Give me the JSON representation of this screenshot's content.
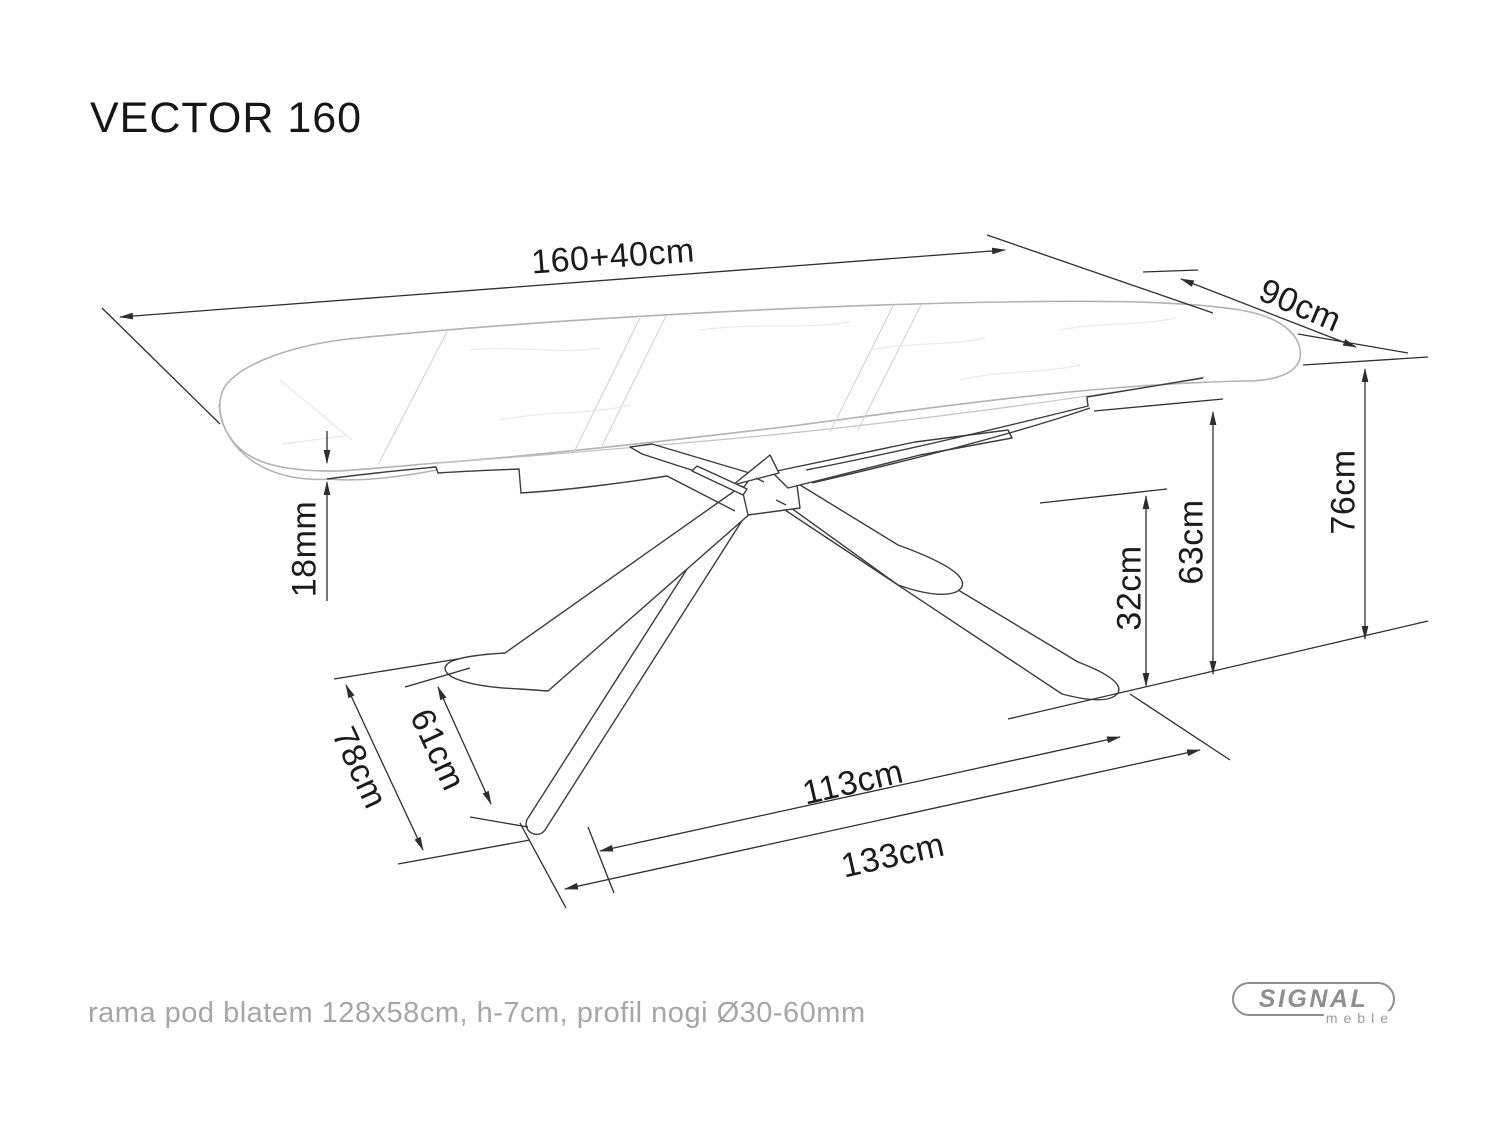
{
  "title": "VECTOR 160",
  "dimensions": {
    "length": "160+40cm",
    "depth": "90cm",
    "top_thickness": "18mm",
    "height": "76cm",
    "frame_height": "63cm",
    "leg_cross_height": "32cm",
    "foot_depth_span": "78cm",
    "foot_inner_depth": "61cm",
    "feet_span_inner": "113cm",
    "feet_span_outer": "133cm"
  },
  "footer_note": "rama pod blatem 128x58cm, h-7cm, profil nogi Ø30-60mm",
  "logo": {
    "brand": "SIGNAL",
    "subtitle": "meble"
  },
  "colors": {
    "dimension_line": "#2e2e2e",
    "dimension_text": "#1b1b1b",
    "tabletop_outline": "#b2b2b2",
    "base_outline": "#3c3c3c",
    "muted_text": "#a6a6a6",
    "logo_gray": "#8f8f8f"
  }
}
